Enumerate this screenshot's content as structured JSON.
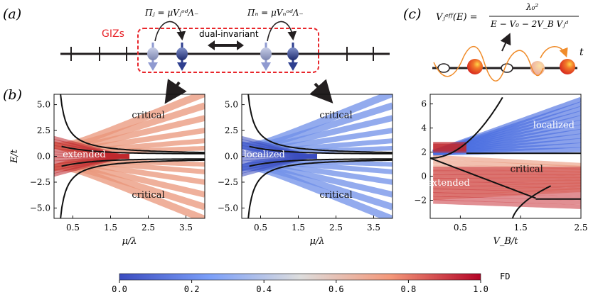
{
  "panel_labels": {
    "a": "(a)",
    "b": "(b)",
    "c": "(c)"
  },
  "top": {
    "giz_label": "GIZs",
    "dual_invariant": "dual-invariant",
    "pi_j": "Πⱼ = μVⱼᵒᵈΛ₋",
    "pi_n": "Πₙ = μVₙᵒᵈΛ₋",
    "veff_lhs": "Vⱼᵉᶠᶠ(E) =",
    "veff_num": "λ₀²",
    "veff_den": "E − V₀ − 2V_B Vⱼᵈ",
    "t_label": "t",
    "colors": {
      "giz_box": "#e8262b",
      "giz_text": "#e8262b",
      "lattice": "#231f20",
      "spin": "#2e3f8f",
      "orange_wave": "#f08c2a",
      "orange_ball": "#e23d28"
    }
  },
  "colorbar": {
    "label": "FD",
    "ticks": [
      "0.0",
      "0.2",
      "0.4",
      "0.6",
      "0.8",
      "1.0"
    ],
    "colors": {
      "low": "#3b4cc0",
      "mid": "#dddddd",
      "high": "#b40426"
    }
  },
  "chart_data": [
    {
      "type": "scatter",
      "xlabel": "μ/λ",
      "ylabel": "E/t",
      "xlim": [
        0,
        4
      ],
      "ylim": [
        -6,
        6
      ],
      "x_ticks": [
        "0.5",
        "1.5",
        "2.5",
        "3.5"
      ],
      "y_ticks": [
        "5.0",
        "2.5",
        "0.0",
        "−2.5",
        "−5.0"
      ],
      "annotations": [
        "critical",
        "extended",
        "critical"
      ],
      "mobility_edges": "black curves E = ±(1/μ) and E ≈ ±μ…",
      "colors": {
        "bands": "#e9967a",
        "core": "#c0282d"
      }
    },
    {
      "type": "scatter",
      "xlabel": "μ/λ",
      "ylabel": "",
      "xlim": [
        0,
        4
      ],
      "ylim": [
        -6,
        6
      ],
      "x_ticks": [
        "0.5",
        "1.5",
        "2.5",
        "3.5"
      ],
      "y_ticks": [
        "5.0",
        "2.5",
        "0.0",
        "−2.5",
        "−5.0"
      ],
      "annotations": [
        "critical",
        "localized",
        "critical"
      ],
      "colors": {
        "bands": "#6f8fe8",
        "core": "#3b4cc0"
      }
    },
    {
      "type": "scatter",
      "xlabel": "V_B/t",
      "ylabel": "",
      "xlim": [
        0,
        2.5
      ],
      "ylim": [
        -3.5,
        6.8
      ],
      "x_ticks": [
        "0.5",
        "1.5",
        "2.5"
      ],
      "y_ticks": [
        "6",
        "4",
        "2",
        "0",
        "−2"
      ],
      "annotations": [
        "localized",
        "critical",
        "extended"
      ],
      "colors": {
        "upper": "#4c6ee0",
        "middle": "#e9967a",
        "lower": "#c8333a"
      }
    }
  ]
}
